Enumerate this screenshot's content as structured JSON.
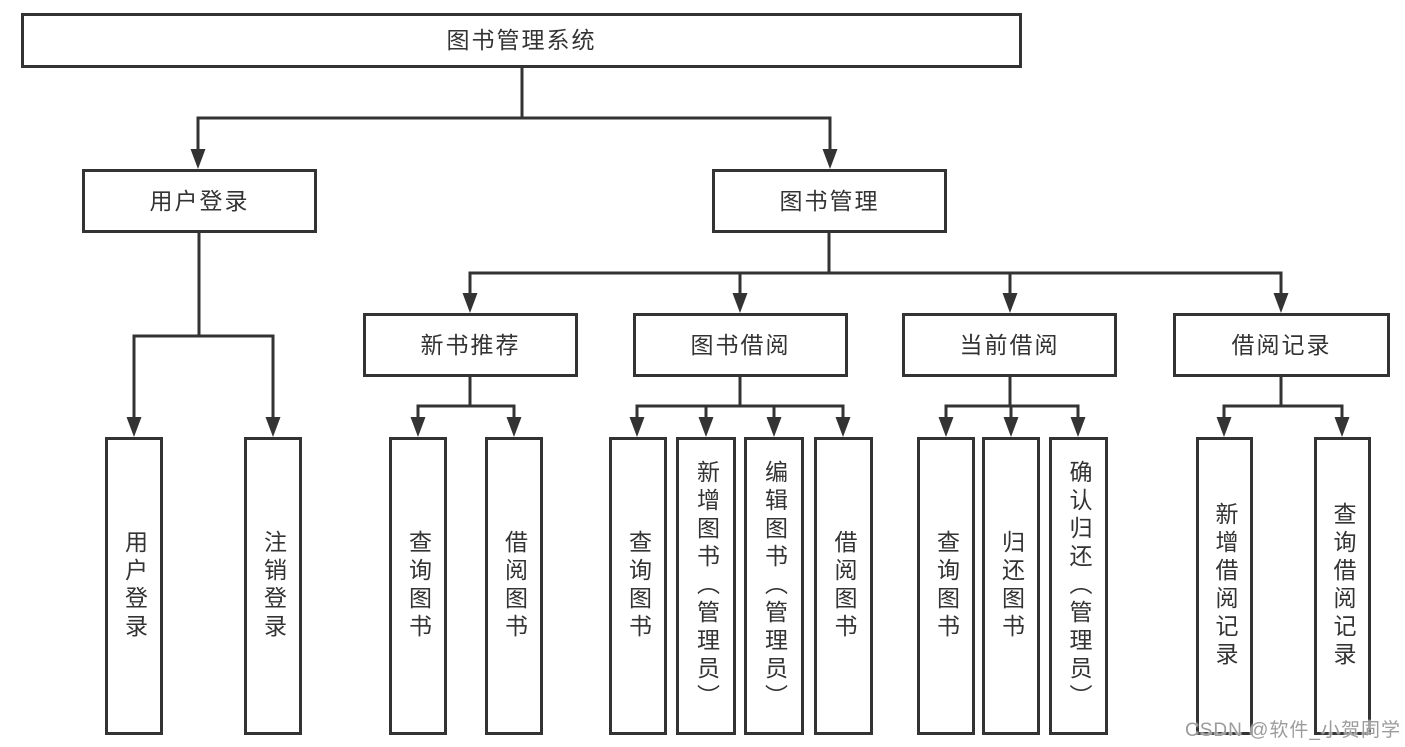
{
  "diagram": {
    "tree": {
      "label": "图书管理系统",
      "children": [
        {
          "label": "用户登录",
          "children": [
            {
              "label": "用户登录"
            },
            {
              "label": "注销登录"
            }
          ]
        },
        {
          "label": "图书管理",
          "children": [
            {
              "label": "新书推荐",
              "children": [
                {
                  "label": "查询图书"
                },
                {
                  "label": "借阅图书"
                }
              ]
            },
            {
              "label": "图书借阅",
              "children": [
                {
                  "label": "查询图书"
                },
                {
                  "label": "新增图书（管理员）"
                },
                {
                  "label": "编辑图书（管理员）"
                },
                {
                  "label": "借阅图书"
                }
              ]
            },
            {
              "label": "当前借阅",
              "children": [
                {
                  "label": "查询图书"
                },
                {
                  "label": "归还图书"
                },
                {
                  "label": "确认归还（管理员）"
                }
              ]
            },
            {
              "label": "借阅记录",
              "children": [
                {
                  "label": "新增借阅记录"
                },
                {
                  "label": "查询借阅记录"
                }
              ]
            }
          ]
        }
      ]
    },
    "colors": {
      "line": "#333333",
      "text": "#333333",
      "background": "#ffffff",
      "watermark": "#9c9c9c"
    }
  },
  "watermark": {
    "text": "CSDN @软件_小贺同学"
  }
}
